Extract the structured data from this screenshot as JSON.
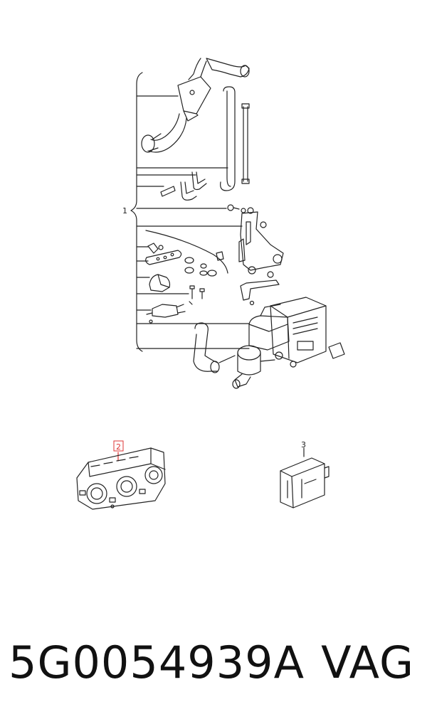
{
  "callouts": {
    "assembly": "1",
    "control_unit": "2",
    "module": "3"
  },
  "footer": {
    "part_number": "5G0054939A",
    "brand": "VAG"
  },
  "colors": {
    "line": "#222222",
    "highlight": "#d33333"
  }
}
